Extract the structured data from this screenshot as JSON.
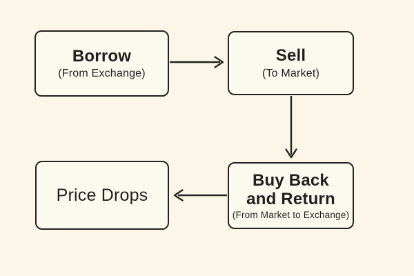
{
  "diagram": {
    "description": "Short selling flowchart",
    "colors": {
      "bg": "#FBF6E8",
      "box-fill": "#FCF9EE",
      "line": "#222220",
      "text": "#1F1F1D"
    },
    "nodes": [
      {
        "id": "borrow",
        "label": "Borrow",
        "sublabel": "(From Exchange)"
      },
      {
        "id": "sell",
        "label": "Sell",
        "sublabel": "(To Market)"
      },
      {
        "id": "buy-back",
        "label": "Buy Back and Return",
        "sublabel": "(From Market to Exchange)"
      },
      {
        "id": "price-drops",
        "label": "Price Drops"
      }
    ],
    "edges": [
      {
        "from": "borrow",
        "to": "sell",
        "direction": "right"
      },
      {
        "from": "sell",
        "to": "buy-back",
        "direction": "down"
      },
      {
        "from": "buy-back",
        "to": "price-drops",
        "direction": "left"
      }
    ]
  }
}
